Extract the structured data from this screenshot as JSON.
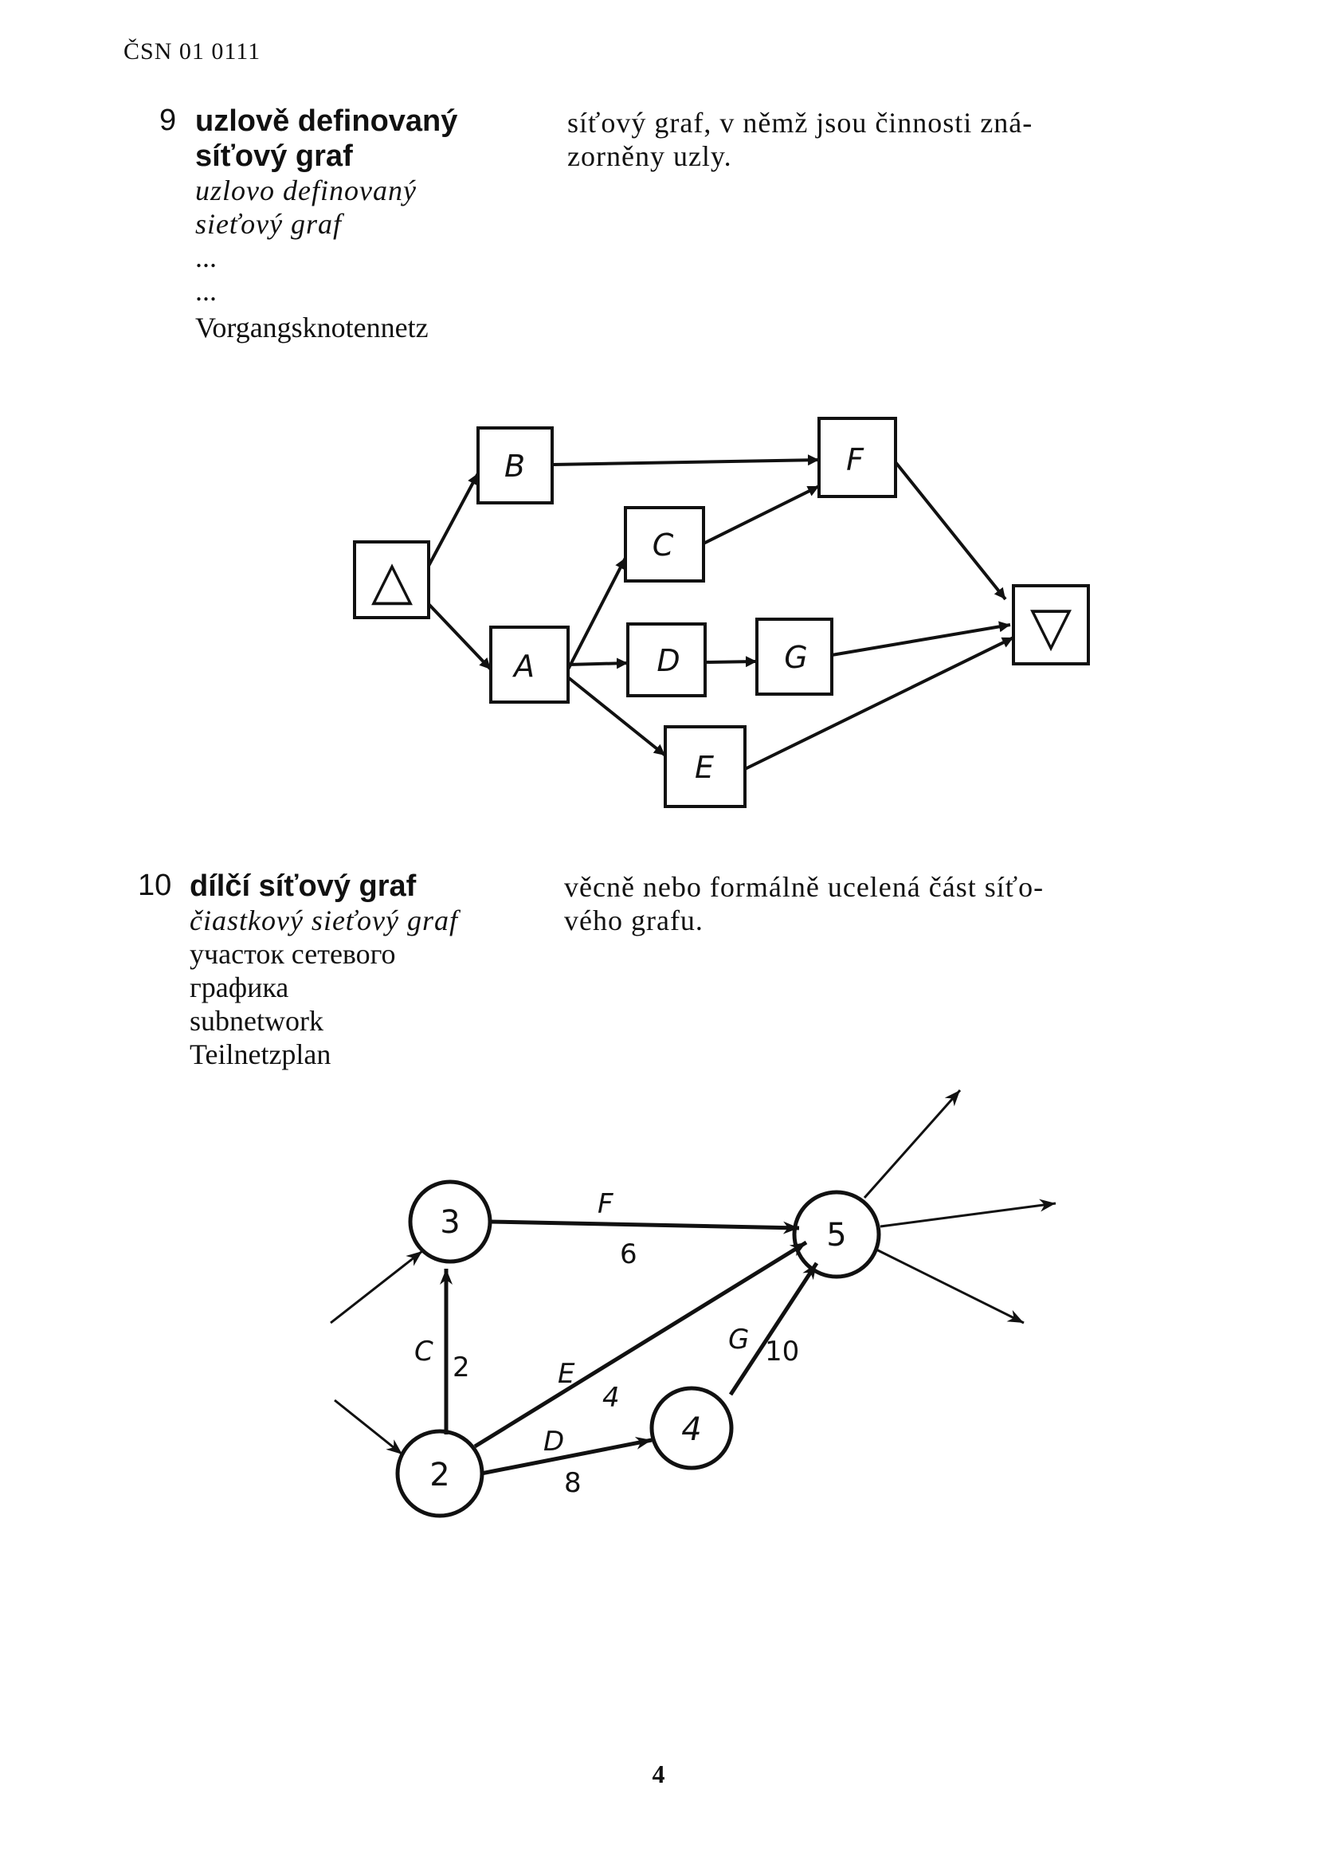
{
  "header": {
    "standard_code": "ČSN 01 0111"
  },
  "entries": [
    {
      "number": "9",
      "term_cs_line1": "uzlově definovaný",
      "term_cs_line2": "síťový graf",
      "term_sk_line1": "uzlovo definovaný",
      "term_sk_line2": "sieťový graf",
      "term_ru": "...",
      "term_en": "...",
      "term_de": "Vorgangsknotennetz",
      "definition_line1": "síťový graf, v němž jsou činnosti zná-",
      "definition_line2": "zorněny uzly."
    },
    {
      "number": "10",
      "term_cs": "dílčí síťový graf",
      "term_sk": "čiastkový sieťový graf",
      "term_ru_line1": "участок сетевого",
      "term_ru_line2": "графика",
      "term_en": "subnetwork",
      "term_de": "Teilnetzplan",
      "definition_line1": "věcně nebo formálně ucelená část síťo-",
      "definition_line2": "vého grafu."
    }
  ],
  "figure1": {
    "nodes": {
      "start": "△",
      "end": "▽",
      "A": "A",
      "B": "B",
      "C": "C",
      "D": "D",
      "E": "E",
      "F": "F",
      "G": "G"
    }
  },
  "figure2": {
    "nodes": {
      "n2": "2",
      "n3": "3",
      "n4": "4",
      "n5": "5"
    },
    "edges": {
      "C": {
        "name": "C",
        "value": "2"
      },
      "F": {
        "name": "F",
        "value": "6"
      },
      "E": {
        "name": "E",
        "value": "4"
      },
      "D": {
        "name": "D",
        "value": "8"
      },
      "G": {
        "name": "G",
        "value": "10"
      }
    }
  },
  "footer": {
    "page_number": "4"
  }
}
